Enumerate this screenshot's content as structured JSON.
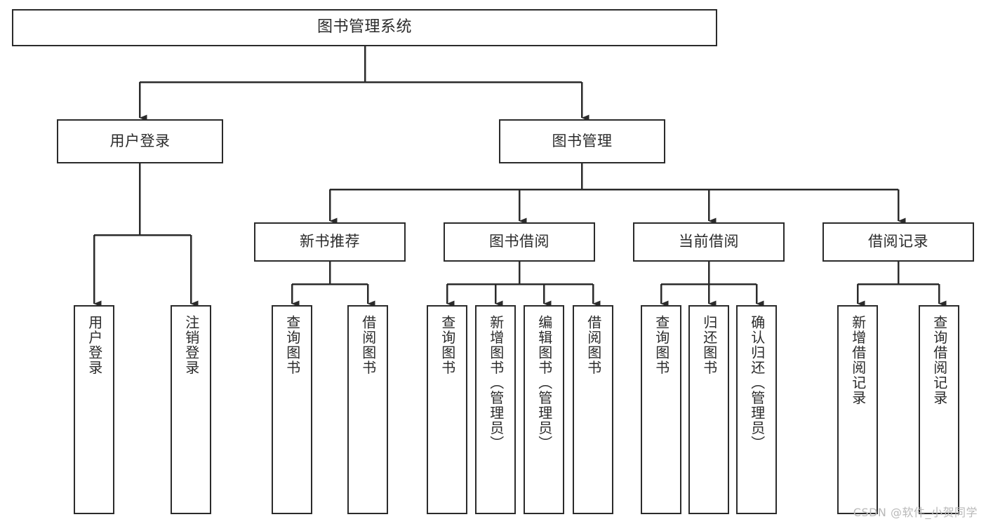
{
  "diagram": {
    "title": "图书管理系统",
    "type": "tree",
    "colors": {
      "stroke": "#2b2b2b",
      "fill": "#ffffff",
      "background": "#ffffff",
      "watermark": "#b9b9b9"
    },
    "root": {
      "label": "图书管理系统"
    },
    "level2": [
      {
        "label": "用户登录"
      },
      {
        "label": "图书管理"
      }
    ],
    "level3": [
      {
        "label": "新书推荐"
      },
      {
        "label": "图书借阅"
      },
      {
        "label": "当前借阅"
      },
      {
        "label": "借阅记录"
      }
    ],
    "leaves": {
      "user_login": [
        {
          "label": "用户登录"
        },
        {
          "label": "注销登录"
        }
      ],
      "new_book_recommend": [
        {
          "label": "查询图书"
        },
        {
          "label": "借阅图书"
        }
      ],
      "book_borrow": [
        {
          "label": "查询图书"
        },
        {
          "label": "新增图书（管理员）"
        },
        {
          "label": "编辑图书（管理员）"
        },
        {
          "label": "借阅图书"
        }
      ],
      "current_borrow": [
        {
          "label": "查询图书"
        },
        {
          "label": "归还图书"
        },
        {
          "label": "确认归还（管理员）"
        }
      ],
      "borrow_record": [
        {
          "label": "新增借阅记录"
        },
        {
          "label": "查询借阅记录"
        }
      ]
    }
  },
  "watermark": {
    "text": "CSDN @软件_小贺同学"
  }
}
